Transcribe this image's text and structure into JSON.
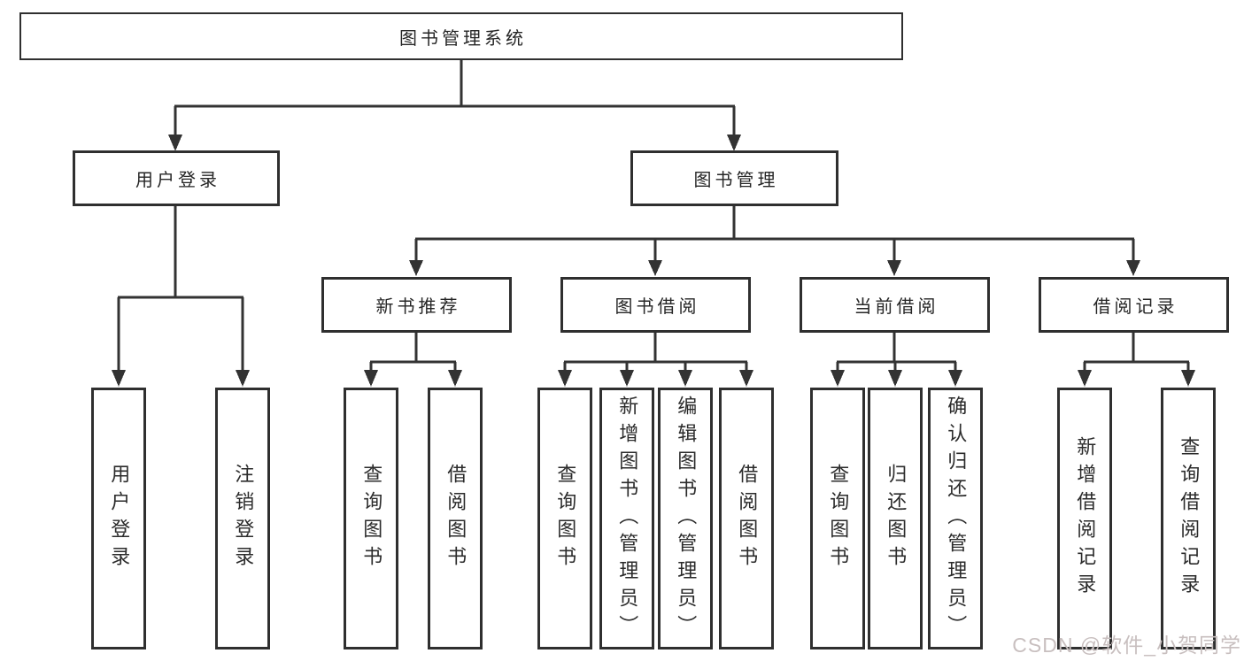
{
  "diagram": {
    "root": {
      "label": "图书管理系统"
    },
    "level2": [
      {
        "label": "用户登录"
      },
      {
        "label": "图书管理"
      }
    ],
    "level3": [
      {
        "label": "新书推荐"
      },
      {
        "label": "图书借阅"
      },
      {
        "label": "当前借阅"
      },
      {
        "label": "借阅记录"
      }
    ],
    "leaves": {
      "user_login": [
        "用户登录",
        "注销登录"
      ],
      "new_book_recommend": [
        "查询图书",
        "借阅图书"
      ],
      "book_borrowing": [
        "查询图书",
        "新增图书（管理员）",
        "编辑图书（管理员）",
        "借阅图书"
      ],
      "current_borrowing": [
        "查询图书",
        "归还图书",
        "确认归还（管理员）"
      ],
      "borrowing_records": [
        "新增借阅记录",
        "查询借阅记录"
      ]
    }
  },
  "watermark": {
    "text": "CSDN @软件_小贺同学"
  },
  "colors": {
    "line": "#333333",
    "box_border": "#2f2f2f",
    "background": "#ffffff",
    "text": "#262626",
    "watermark": "#c8bfbf"
  }
}
